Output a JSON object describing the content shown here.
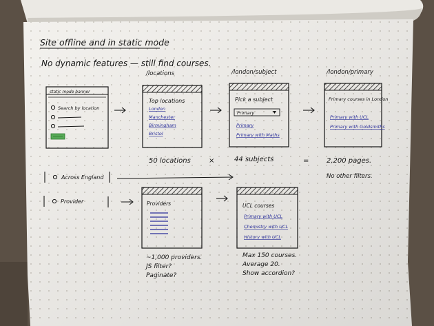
{
  "notebook": {
    "title": "Site offline and in static mode",
    "subtitle": "No dynamic features — still find courses.",
    "colors": {
      "paper": "#f2f0ec",
      "ink": "#151515",
      "blue_ink": "#2a2f9a",
      "green_ink": "#3f9b3f",
      "table": "#5b5045"
    }
  },
  "wireframes": {
    "search_form": {
      "header": "static mode banner",
      "options": [
        "Search by location"
      ]
    },
    "locations": {
      "route": "/locations",
      "heading": "Top locations",
      "links": [
        "London",
        "Manchester",
        "Birmingham",
        "Bristol"
      ]
    },
    "subject": {
      "route": "/london/subject",
      "heading": "Pick a subject",
      "dropdown_value": "Primary",
      "links": [
        "Primary",
        "Primary with Maths"
      ]
    },
    "courses": {
      "route": "/london/primary",
      "heading": "Primary courses in London",
      "links": [
        "Primary with UCL",
        "Primary with Goldsmiths"
      ]
    },
    "providers": {
      "heading": "Providers"
    },
    "provider_courses": {
      "heading": "UCL courses",
      "links": [
        "Primary with UCL",
        "Chemistry with UCL",
        "History with UCL"
      ]
    }
  },
  "equation": {
    "locations": "50 locations",
    "times": "×",
    "subjects": "44 subjects",
    "equals": "=",
    "pages": "2,200 pages."
  },
  "rows": {
    "across_england": "Across England",
    "no_filters": "No other filters.",
    "provider": "Provider"
  },
  "notes": {
    "providers": [
      "~1,000 providers.",
      "JS filter?",
      "Paginate?"
    ],
    "courses": [
      "Max 150 courses.",
      "Average 20.",
      "Show accordion?"
    ]
  }
}
